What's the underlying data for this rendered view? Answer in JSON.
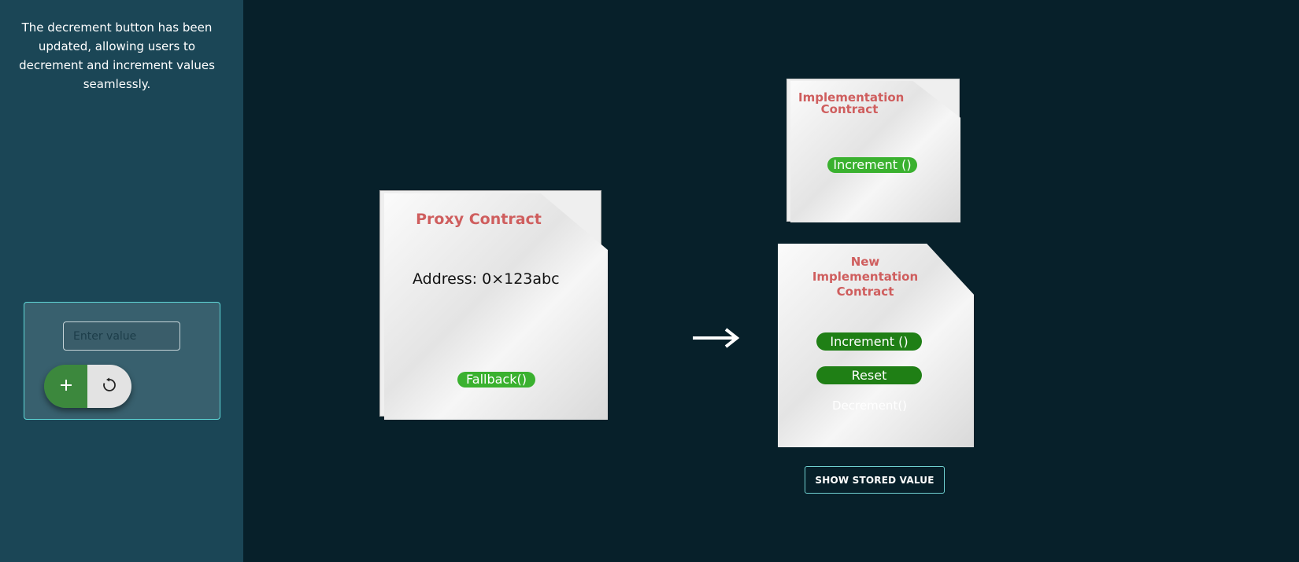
{
  "sidebar": {
    "message": "The decrement button has been updated, allowing users to decrement and increment values seamlessly."
  },
  "controls": {
    "input_placeholder": "Enter value",
    "increment_icon": "plus-icon",
    "reset_icon": "reset-icon"
  },
  "proxy": {
    "title": "Proxy Contract",
    "address": "Address: 0×123abc",
    "fallback_label": "Fallback()"
  },
  "implementation": {
    "title": "Implementation Contract",
    "increment_label": "Increment ()"
  },
  "new_implementation": {
    "title": "New Implementation Contract",
    "increment_label": "Increment ()",
    "reset_label": "Reset",
    "decrement_label": "Decrement()"
  },
  "arrow_icon": "arrow-right-icon",
  "show_button_label": "SHOW STORED VALUE",
  "colors": {
    "background": "#07202a",
    "sidebar": "#1b4656",
    "accent_border": "#5fd8d8",
    "title_red": "#cf5e5e",
    "pill_green_light": "#3ab12f",
    "pill_green_dark": "#1f7f15"
  }
}
